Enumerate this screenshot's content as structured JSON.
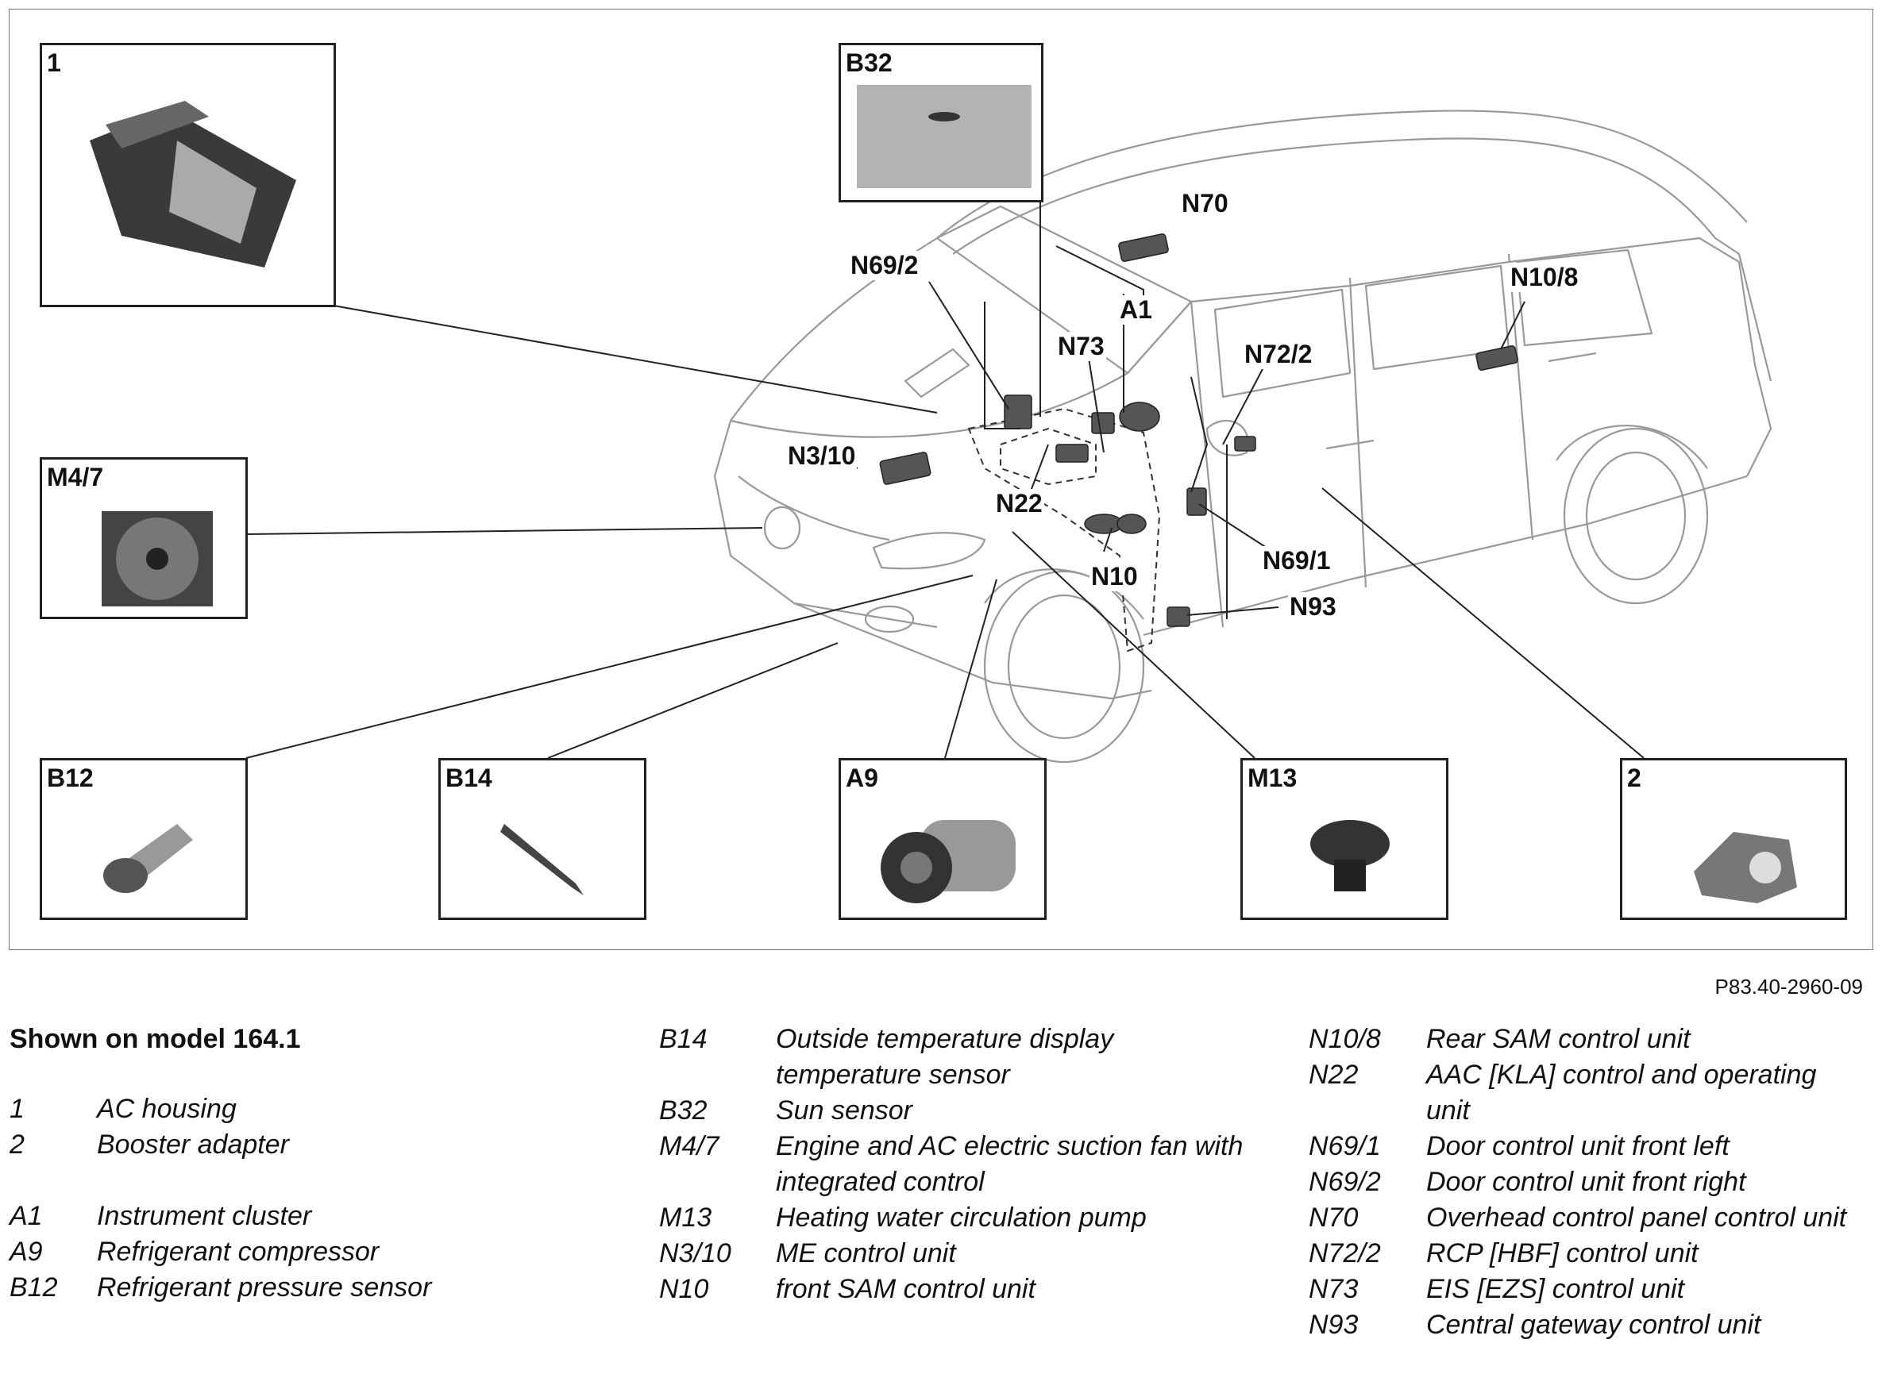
{
  "callouts": {
    "n70": "N70",
    "n69_2": "N69/2",
    "a1": "A1",
    "n73": "N73",
    "n72_2": "N72/2",
    "n10_8": "N10/8",
    "n3_10": "N3/10",
    "n22": "N22",
    "n10": "N10",
    "n69_1": "N69/1",
    "n93": "N93"
  },
  "boxes": {
    "box1": "1",
    "b32": "B32",
    "m4_7": "M4/7",
    "b12": "B12",
    "b14": "B14",
    "a9": "A9",
    "m13": "M13",
    "box2": "2"
  },
  "figure_code": "P83.40-2960-09",
  "legend": {
    "heading": "Shown on model 164.1",
    "col1": [
      {
        "code": "1",
        "desc": "AC housing"
      },
      {
        "code": "2",
        "desc": "Booster adapter"
      },
      {
        "code": "A1",
        "desc": "Instrument cluster"
      },
      {
        "code": "A9",
        "desc": "Refrigerant compressor"
      },
      {
        "code": "B12",
        "desc": "Refrigerant pressure sensor"
      }
    ],
    "col2": [
      {
        "code": "B14",
        "desc": "Outside temperature display temperature sensor"
      },
      {
        "code": "B32",
        "desc": "Sun sensor"
      },
      {
        "code": "M4/7",
        "desc": "Engine and AC electric suction fan with integrated control"
      },
      {
        "code": "M13",
        "desc": "Heating water circulation pump"
      },
      {
        "code": "N3/10",
        "desc": "ME control unit"
      },
      {
        "code": "N10",
        "desc": "front SAM control unit"
      }
    ],
    "col3": [
      {
        "code": "N10/8",
        "desc": "Rear SAM control unit"
      },
      {
        "code": "N22",
        "desc": "AAC [KLA] control and operating unit"
      },
      {
        "code": "N69/1",
        "desc": "Door control unit front left"
      },
      {
        "code": "N69/2",
        "desc": "Door control unit front right"
      },
      {
        "code": "N70",
        "desc": "Overhead control panel control unit"
      },
      {
        "code": "N72/2",
        "desc": "RCP [HBF] control unit"
      },
      {
        "code": "N73",
        "desc": "EIS [EZS] control unit"
      },
      {
        "code": "N93",
        "desc": "Central gateway control unit"
      }
    ]
  }
}
